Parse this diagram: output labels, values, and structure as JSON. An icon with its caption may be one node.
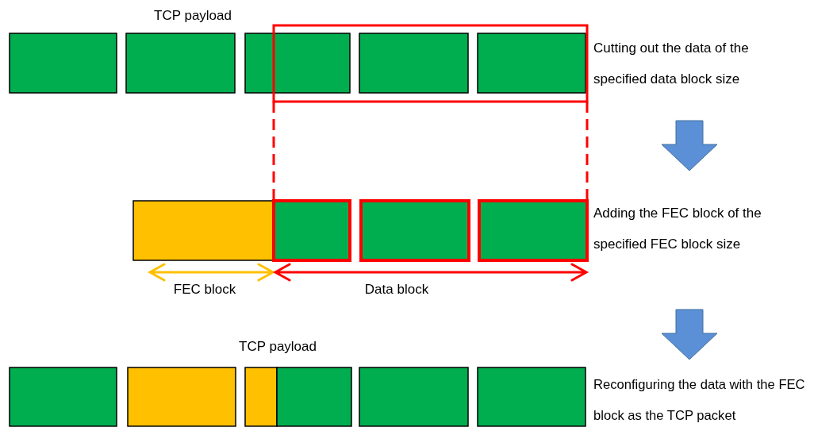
{
  "diagram": {
    "labels": [
      "TCP payload",
      "Cutting out the data of the specified data block size",
      "Adding the FEC block of the specified FEC block size",
      "FEC block",
      "Data block",
      "TCP payload",
      "Reconfiguring the data with the FEC block as the TCP packet"
    ]
  }
}
